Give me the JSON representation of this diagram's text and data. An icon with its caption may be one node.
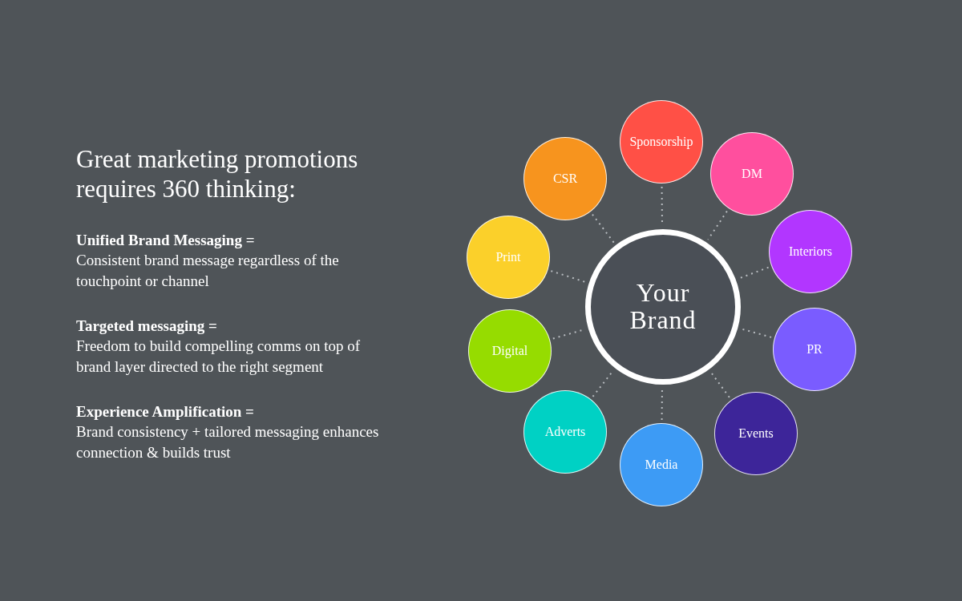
{
  "diagram": {
    "title": "Great marketing promotions requires 360 thinking:",
    "nodes": [
      {
        "text": [
          "Your Brand"
        ]
      },
      {
        "text": [
          "Sponsorship"
        ]
      },
      {
        "text": [
          "DM"
        ]
      },
      {
        "text": [
          "Interiors"
        ]
      },
      {
        "text": [
          "PR"
        ]
      },
      {
        "text": [
          "Events"
        ]
      },
      {
        "text": [
          "Media"
        ]
      },
      {
        "text": [
          "Adverts"
        ]
      },
      {
        "text": [
          "Digital"
        ]
      },
      {
        "text": [
          "Print"
        ]
      },
      {
        "text": [
          "CSR"
        ]
      }
    ],
    "edges": [
      {
        "from": 1,
        "to": 0,
        "arrow": "none"
      },
      {
        "from": 2,
        "to": 0,
        "arrow": "none"
      },
      {
        "from": 3,
        "to": 0,
        "arrow": "none"
      },
      {
        "from": 4,
        "to": 0,
        "arrow": "none"
      },
      {
        "from": 5,
        "to": 0,
        "arrow": "none"
      },
      {
        "from": 6,
        "to": 0,
        "arrow": "none"
      },
      {
        "from": 7,
        "to": 0,
        "arrow": "none"
      },
      {
        "from": 8,
        "to": 0,
        "arrow": "none"
      },
      {
        "from": 9,
        "to": 0,
        "arrow": "none"
      },
      {
        "from": 10,
        "to": 0,
        "arrow": "none"
      }
    ],
    "labels": [
      "Unified Brand Messaging =",
      "Consistent brand message regardless of the touchpoint or channel",
      "Targeted messaging =",
      "Freedom to build compelling comms on top of brand layer directed to the right segment",
      "Experience Amplification =",
      "Brand consistency + tailored messaging enhances connection & builds trust"
    ]
  }
}
